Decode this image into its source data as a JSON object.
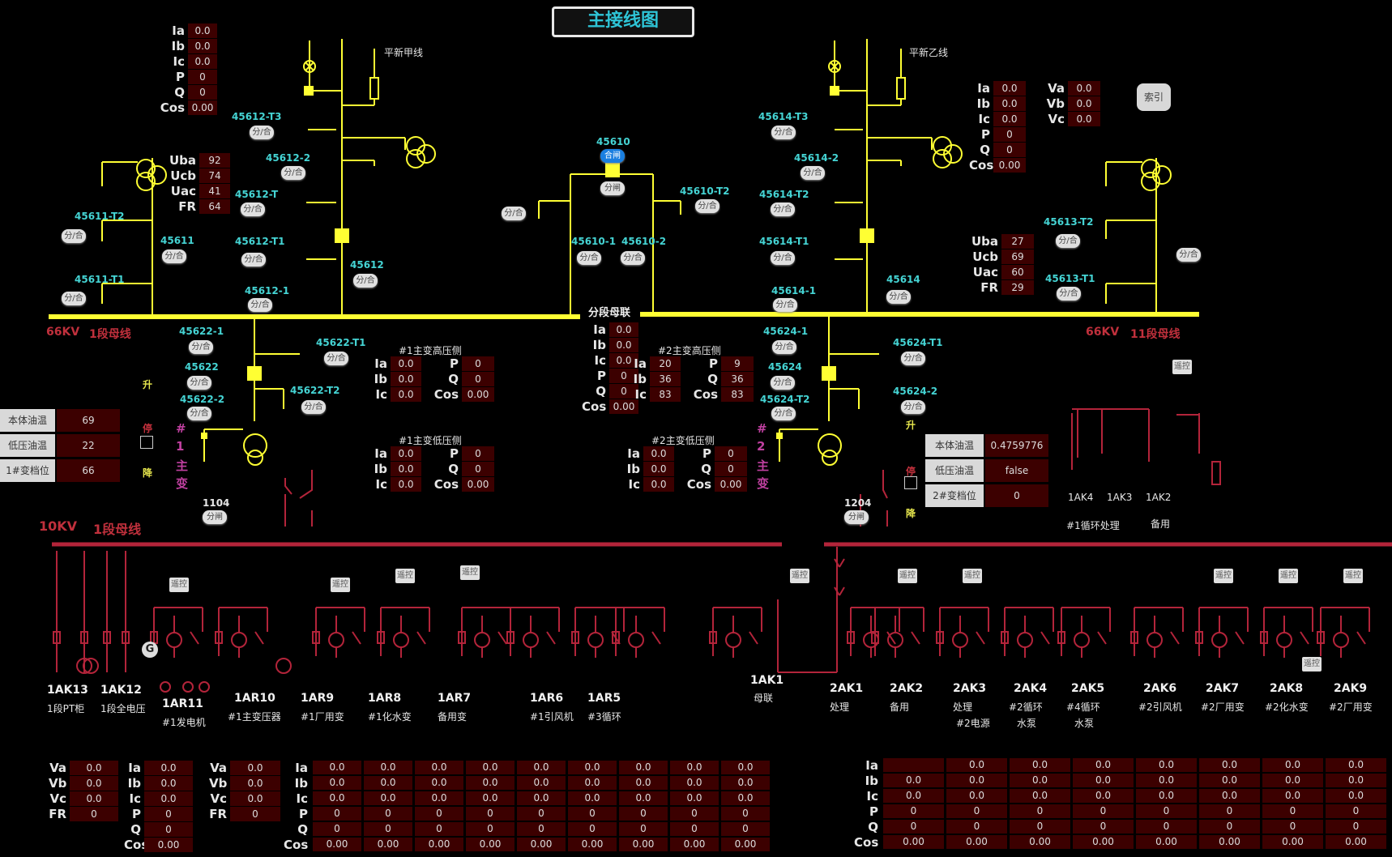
{
  "title": "主接线图",
  "index_button": "索引",
  "colors": {
    "bus66": "#ffff33",
    "bus10": "#b3243a",
    "value_bg": "#3c0000",
    "accent": "#45d4d4"
  },
  "lines": {
    "left_line": "平新甲线",
    "right_line": "平新乙线",
    "bus_coupler": "分段母联",
    "bus_left_voltage": "66KV",
    "bus_left_name": "1段母线",
    "bus_right_voltage": "66KV",
    "bus_right_name": "11段母线",
    "bus10_voltage": "10KV",
    "bus10_name": "1段母线"
  },
  "meter_tl": {
    "labels": [
      "Ia",
      "Ib",
      "Ic",
      "P",
      "Q",
      "Cos"
    ],
    "values": [
      "0.0",
      "0.0",
      "0.0",
      "0",
      "0",
      "0.00"
    ]
  },
  "meter_tr": {
    "labels": [
      "Ia",
      "Ib",
      "Ic",
      "P",
      "Q",
      "Cos"
    ],
    "values": [
      "0.0",
      "0.0",
      "0.0",
      "0",
      "0",
      "0.00"
    ]
  },
  "meter_tr_v": {
    "labels": [
      "Va",
      "Vb",
      "Vc"
    ],
    "values": [
      "0.0",
      "0.0",
      "0.0"
    ]
  },
  "volt_left": {
    "labels": [
      "Uba",
      "Ucb",
      "Uac",
      "FR"
    ],
    "values": [
      "92",
      "74",
      "41",
      "64"
    ]
  },
  "volt_right": {
    "labels": [
      "Uba",
      "Ucb",
      "Uac",
      "FR"
    ],
    "values": [
      "27",
      "69",
      "60",
      "29"
    ]
  },
  "mid_meter": {
    "labels": [
      "Ia",
      "Ib",
      "Ic",
      "P",
      "Q",
      "Cos"
    ],
    "values": [
      "0.0",
      "0.0",
      "0.0",
      "0",
      "0",
      "0.00"
    ]
  },
  "t1_high": {
    "title": "#1主变高压侧",
    "left": [
      "Ia",
      "Ib",
      "Ic"
    ],
    "lv": [
      "0.0",
      "0.0",
      "0.0"
    ],
    "right": [
      "P",
      "Q",
      "Cos"
    ],
    "rv": [
      "0",
      "0",
      "0.00"
    ]
  },
  "t1_low": {
    "title": "#1主变低压侧",
    "left": [
      "Ia",
      "Ib",
      "Ic"
    ],
    "lv": [
      "0.0",
      "0.0",
      "0.0"
    ],
    "right": [
      "P",
      "Q",
      "Cos"
    ],
    "rv": [
      "0",
      "0",
      "0.00"
    ]
  },
  "t2_high": {
    "title": "#2主变高压侧",
    "left": [
      "Ia",
      "Ib",
      "Ic"
    ],
    "lv": [
      "20",
      "36",
      "83"
    ],
    "right": [
      "P",
      "Q",
      "Cos"
    ],
    "rv": [
      "9",
      "36",
      "83"
    ]
  },
  "t2_low": {
    "title": "#2主变低压侧",
    "left": [
      "Ia",
      "Ib",
      "Ic"
    ],
    "lv": [
      "0.0",
      "0.0",
      "0.0"
    ],
    "right": [
      "P",
      "Q",
      "Cos"
    ],
    "rv": [
      "0",
      "0",
      "0.00"
    ]
  },
  "t1_info": {
    "keys": [
      "本体油温",
      "低压油温",
      "1#变档位"
    ],
    "values": [
      "69",
      "22",
      "66"
    ]
  },
  "t2_info": {
    "keys": [
      "本体油温",
      "低压油温",
      "2#变档位"
    ],
    "values": [
      "0.4759776",
      "false",
      "0"
    ]
  },
  "t1_label": {
    "num": "#",
    "n": "1",
    "a": "主",
    "b": "变",
    "up": "升",
    "stop": "停",
    "down": "降"
  },
  "t2_label": {
    "num": "#",
    "n": "2",
    "a": "主",
    "b": "变",
    "up": "升",
    "stop": "停",
    "down": "降"
  },
  "switches": [
    {
      "code": "45612-T3",
      "btn": "分/合"
    },
    {
      "code": "45612-2",
      "btn": "分/合"
    },
    {
      "code": "45612-T",
      "btn": "分/合"
    },
    {
      "code": "45611-T2",
      "btn": "分/合"
    },
    {
      "code": "45611",
      "btn": "分/合"
    },
    {
      "code": "45612-T1",
      "btn": "分/合"
    },
    {
      "code": "45612",
      "btn": "分/合"
    },
    {
      "code": "45611-T1",
      "btn": "分/合"
    },
    {
      "code": "45612-1",
      "btn": "分/合"
    },
    {
      "code": "45610",
      "btn": "合闸"
    },
    {
      "code": "45610-T2",
      "btn": "分/合"
    },
    {
      "code": "45610-1",
      "btn": "分/合"
    },
    {
      "code": "45610-2",
      "btn": "分/合"
    },
    {
      "code": "45614-T3",
      "btn": "分/合"
    },
    {
      "code": "45614-2",
      "btn": "分/合"
    },
    {
      "code": "45614-T2",
      "btn": "分/合"
    },
    {
      "code": "45614-T1",
      "btn": "分/合"
    },
    {
      "code": "45614",
      "btn": "分/合"
    },
    {
      "code": "45614-1",
      "btn": "分/合"
    },
    {
      "code": "45613-T2",
      "btn": "分/合"
    },
    {
      "code": "45613-T1",
      "btn": "分/合"
    },
    {
      "code": "45622-1",
      "btn": "分/合"
    },
    {
      "code": "45622-T1",
      "btn": "分/合"
    },
    {
      "code": "45622",
      "btn": "分/合"
    },
    {
      "code": "45622-T2",
      "btn": "分/合"
    },
    {
      "code": "45622-2",
      "btn": "分/合"
    },
    {
      "code": "45624-1",
      "btn": "分/合"
    },
    {
      "code": "45624-T1",
      "btn": "分/合"
    },
    {
      "code": "45624",
      "btn": "分/合"
    },
    {
      "code": "45624-T2",
      "btn": "分/合"
    },
    {
      "code": "45624-2",
      "btn": "分/合"
    },
    {
      "code": "1104",
      "btn": "分闸"
    },
    {
      "code": "1204",
      "btn": "分闸"
    }
  ],
  "extra_buttons": {
    "b45610_open": "分闸",
    "b_mid_left": "分/合",
    "b_right_far": "分/合"
  },
  "yk": "遥控",
  "g_symbol": "G",
  "feeders_left": [
    {
      "code": "1AK13",
      "desc": "1段PT柜",
      "desc2": ""
    },
    {
      "code": "1AK12",
      "desc": "1段全电压",
      "desc2": ""
    },
    {
      "code": "1AR11",
      "desc": "#1发电机",
      "desc2": ""
    },
    {
      "code": "1AR10",
      "desc": "#1主变压器",
      "desc2": ""
    },
    {
      "code": "1AR9",
      "desc": "#1厂用变",
      "desc2": ""
    },
    {
      "code": "1AR8",
      "desc": "#1化水变",
      "desc2": ""
    },
    {
      "code": "1AR7",
      "desc": "备用变",
      "desc2": ""
    },
    {
      "code": "1AR6",
      "desc": "#1引风机",
      "desc2": ""
    },
    {
      "code": "1AR5",
      "desc": "#3循环",
      "desc2": ""
    }
  ],
  "feeder_1ak1": {
    "code": "1AK1",
    "desc": "母联"
  },
  "feeders_right": [
    {
      "code": "2AK1",
      "desc": "处理",
      "desc2": ""
    },
    {
      "code": "2AK2",
      "desc": "备用",
      "desc2": ""
    },
    {
      "code": "2AK3",
      "desc": "处理",
      "desc2": "#2电源"
    },
    {
      "code": "2AK4",
      "desc": "#2循环",
      "desc2": "水泵"
    },
    {
      "code": "2AK5",
      "desc": "#4循环",
      "desc2": "水泵"
    },
    {
      "code": "2AK6",
      "desc": "#2引风机",
      "desc2": ""
    },
    {
      "code": "2AK7",
      "desc": "#2厂用变",
      "desc2": ""
    },
    {
      "code": "2AK8",
      "desc": "#2化水变",
      "desc2": ""
    },
    {
      "code": "2AK9",
      "desc": "#2厂用变",
      "desc2": ""
    }
  ],
  "aux": {
    "codes": [
      "1AK4",
      "1AK3",
      "1AK2"
    ],
    "group1": "#1循环处理",
    "group2": "备用"
  },
  "bottom_left_v": {
    "labels": [
      "Va",
      "Vb",
      "Vc",
      "FR"
    ],
    "values": [
      "0.0",
      "0.0",
      "0.0",
      "0"
    ]
  },
  "bottom_left_i": {
    "labels": [
      "Ia",
      "Ib",
      "Ic",
      "P",
      "Q",
      "Cos"
    ],
    "values": [
      "0.0",
      "0.0",
      "0.0",
      "0",
      "0",
      "0.00"
    ]
  },
  "bottom_mid_v": {
    "labels": [
      "Va",
      "Vb",
      "Vc",
      "FR"
    ],
    "values": [
      "0.0",
      "0.0",
      "0.0",
      "0"
    ]
  },
  "bottom_mid_grid": {
    "labels": [
      "Ia",
      "Ib",
      "Ic",
      "P",
      "Q",
      "Cos"
    ],
    "row": [
      "0.0",
      "0.0",
      "0.0",
      "0",
      "0",
      "0.00"
    ],
    "cols": 9
  },
  "bottom_right_grid": {
    "labels": [
      "Ia",
      "Ib",
      "Ic",
      "P",
      "Q",
      "Cos"
    ],
    "row": [
      "0.0",
      "0.0",
      "0.0",
      "0",
      "0",
      "0.00"
    ],
    "cols": 8
  }
}
